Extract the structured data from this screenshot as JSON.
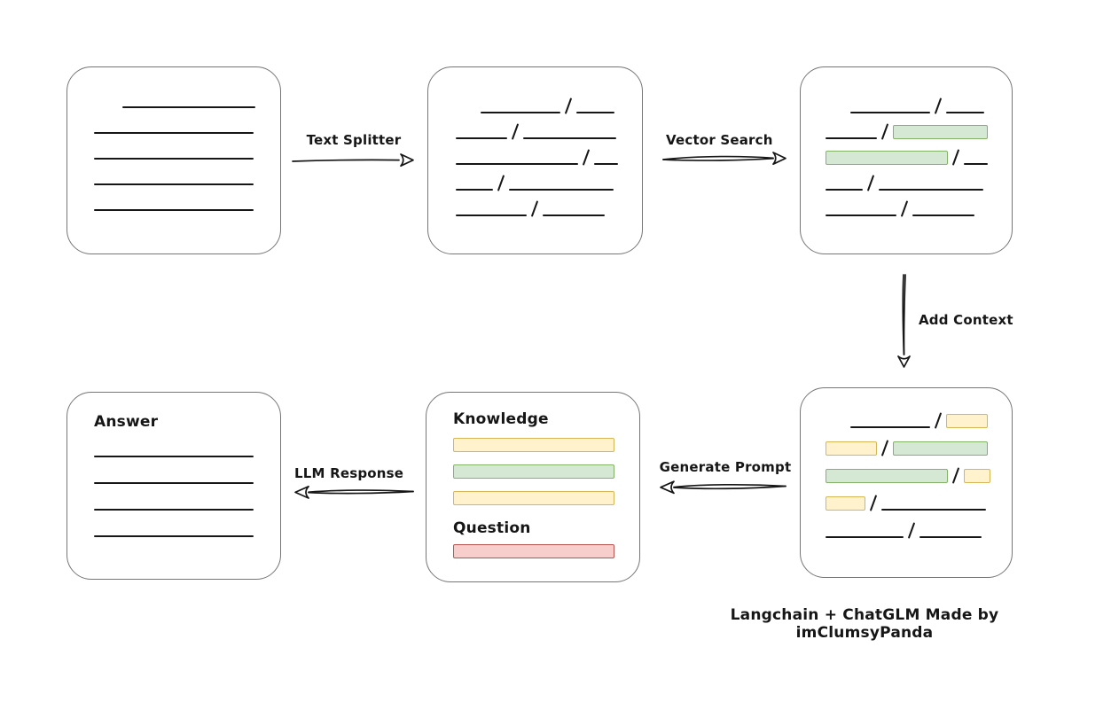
{
  "caption": "Langchain + ChatGLM Made by imClumsyPanda",
  "colors": {
    "green_fill": "#d5e8d4",
    "green_stroke": "#82b366",
    "yellow_fill": "#fff2cc",
    "yellow_stroke": "#d6b656",
    "red_fill": "#f8cecc",
    "red_stroke": "#b85450",
    "box_border": "#767676",
    "ink": "#161616"
  },
  "arrows": [
    {
      "id": "text-splitter",
      "label": "Text Splitter",
      "direction": "right"
    },
    {
      "id": "vector-search",
      "label": "Vector Search",
      "direction": "right"
    },
    {
      "id": "add-context",
      "label": "Add Context",
      "direction": "down"
    },
    {
      "id": "generate-prompt",
      "label": "Generate Prompt",
      "direction": "left"
    },
    {
      "id": "llm-response",
      "label": "LLM Response",
      "direction": "left"
    }
  ],
  "nodes": {
    "document": {
      "rows": [
        [
          {
            "t": "gap",
            "w": 32
          },
          {
            "t": "line",
            "w": 150
          }
        ],
        [
          {
            "t": "line",
            "w": 180
          }
        ],
        [
          {
            "t": "line",
            "w": 180
          }
        ],
        [
          {
            "t": "line",
            "w": 180
          }
        ],
        [
          {
            "t": "line",
            "w": 180
          }
        ]
      ]
    },
    "chunks": {
      "rows": [
        [
          {
            "t": "gap",
            "w": 28
          },
          {
            "t": "line",
            "w": 90
          },
          {
            "t": "slash"
          },
          {
            "t": "line",
            "w": 43
          }
        ],
        [
          {
            "t": "line",
            "w": 58
          },
          {
            "t": "slash"
          },
          {
            "t": "line",
            "w": 105
          }
        ],
        [
          {
            "t": "line",
            "w": 138
          },
          {
            "t": "slash"
          },
          {
            "t": "line",
            "w": 27
          }
        ],
        [
          {
            "t": "line",
            "w": 42
          },
          {
            "t": "slash"
          },
          {
            "t": "line",
            "w": 118
          }
        ],
        [
          {
            "t": "line",
            "w": 80
          },
          {
            "t": "slash"
          },
          {
            "t": "line",
            "w": 70
          }
        ]
      ]
    },
    "matched_chunks": {
      "rows": [
        [
          {
            "t": "gap",
            "w": 28
          },
          {
            "t": "line",
            "w": 90
          },
          {
            "t": "slash"
          },
          {
            "t": "line",
            "w": 43
          }
        ],
        [
          {
            "t": "line",
            "w": 58
          },
          {
            "t": "slash"
          },
          {
            "t": "green",
            "w": 107
          }
        ],
        [
          {
            "t": "green",
            "w": 138
          },
          {
            "t": "slash"
          },
          {
            "t": "line",
            "w": 27
          }
        ],
        [
          {
            "t": "line",
            "w": 42
          },
          {
            "t": "slash"
          },
          {
            "t": "line",
            "w": 118
          }
        ],
        [
          {
            "t": "line",
            "w": 80
          },
          {
            "t": "slash"
          },
          {
            "t": "line",
            "w": 70
          }
        ]
      ]
    },
    "context_chunks": {
      "rows": [
        [
          {
            "t": "gap",
            "w": 28
          },
          {
            "t": "line",
            "w": 90
          },
          {
            "t": "slash"
          },
          {
            "t": "yellow",
            "w": 47
          }
        ],
        [
          {
            "t": "yellow",
            "w": 58
          },
          {
            "t": "slash"
          },
          {
            "t": "green",
            "w": 107
          }
        ],
        [
          {
            "t": "green",
            "w": 138
          },
          {
            "t": "slash"
          },
          {
            "t": "yellow",
            "w": 30
          }
        ],
        [
          {
            "t": "yellow",
            "w": 45
          },
          {
            "t": "slash"
          },
          {
            "t": "line",
            "w": 118
          }
        ],
        [
          {
            "t": "line",
            "w": 88
          },
          {
            "t": "slash"
          },
          {
            "t": "line",
            "w": 70
          }
        ]
      ]
    },
    "prompt": {
      "knowledge_label": "Knowledge",
      "question_label": "Question",
      "knowledge_bars": [
        [
          {
            "t": "yellow",
            "w": 182
          }
        ],
        [
          {
            "t": "green",
            "w": 182
          }
        ],
        [
          {
            "t": "yellow",
            "w": 182
          }
        ]
      ],
      "question_bars": [
        [
          {
            "t": "red",
            "w": 182
          }
        ]
      ]
    },
    "answer": {
      "label": "Answer",
      "rows": [
        [
          {
            "t": "line",
            "w": 180
          }
        ],
        [
          {
            "t": "line",
            "w": 180
          }
        ],
        [
          {
            "t": "line",
            "w": 180
          }
        ],
        [
          {
            "t": "line",
            "w": 180
          }
        ]
      ]
    }
  }
}
